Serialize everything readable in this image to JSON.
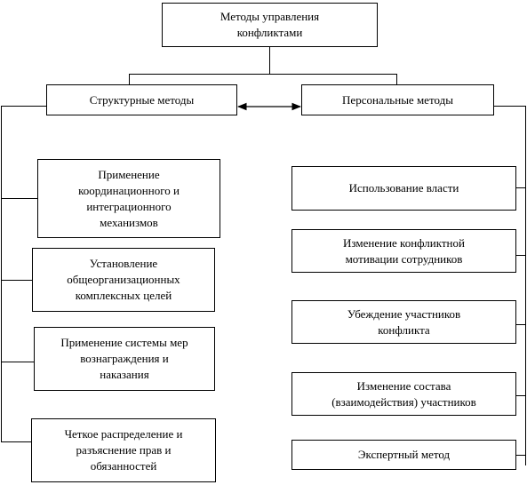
{
  "diagram": {
    "root": {
      "lines": [
        "Методы управления",
        "конфликтами"
      ]
    },
    "structural": {
      "header": "Структурные методы",
      "items": [
        {
          "lines": [
            "Применение",
            "координационного и",
            "интеграционного",
            "механизмов"
          ]
        },
        {
          "lines": [
            "Установление",
            "общеорганизационных",
            "комплексных целей"
          ]
        },
        {
          "lines": [
            "Применение системы мер",
            "вознаграждения и",
            "наказания"
          ]
        },
        {
          "lines": [
            "Четкое распределение и",
            "разъяснение прав и",
            "обязанностей"
          ]
        }
      ]
    },
    "personal": {
      "header": "Персональные методы",
      "items": [
        {
          "lines": [
            "Использование власти"
          ]
        },
        {
          "lines": [
            "Изменение конфликтной",
            "мотивации сотрудников"
          ]
        },
        {
          "lines": [
            "Убеждение участников",
            "конфликта"
          ]
        },
        {
          "lines": [
            "Изменение состава",
            "(взаимодействия) участников"
          ]
        },
        {
          "lines": [
            "Экспертный метод"
          ]
        }
      ]
    }
  }
}
